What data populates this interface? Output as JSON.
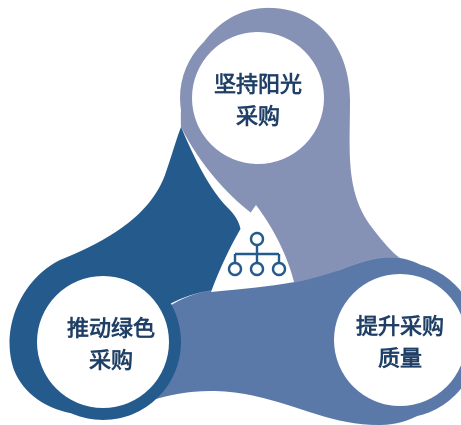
{
  "nodes": {
    "top": {
      "line1": "坚持阳光",
      "line2": "采购"
    },
    "left": {
      "line1": "推动绿色",
      "line2": "采购"
    },
    "right": {
      "line1": "提升采购",
      "line2": "质量"
    }
  },
  "center_icon": "hierarchy-icon",
  "colors": {
    "dark_blue": "#245a8c",
    "mid_blue": "#5a79a8",
    "light_blue": "#8592b5",
    "text": "#1f3f66",
    "white": "#ffffff"
  }
}
